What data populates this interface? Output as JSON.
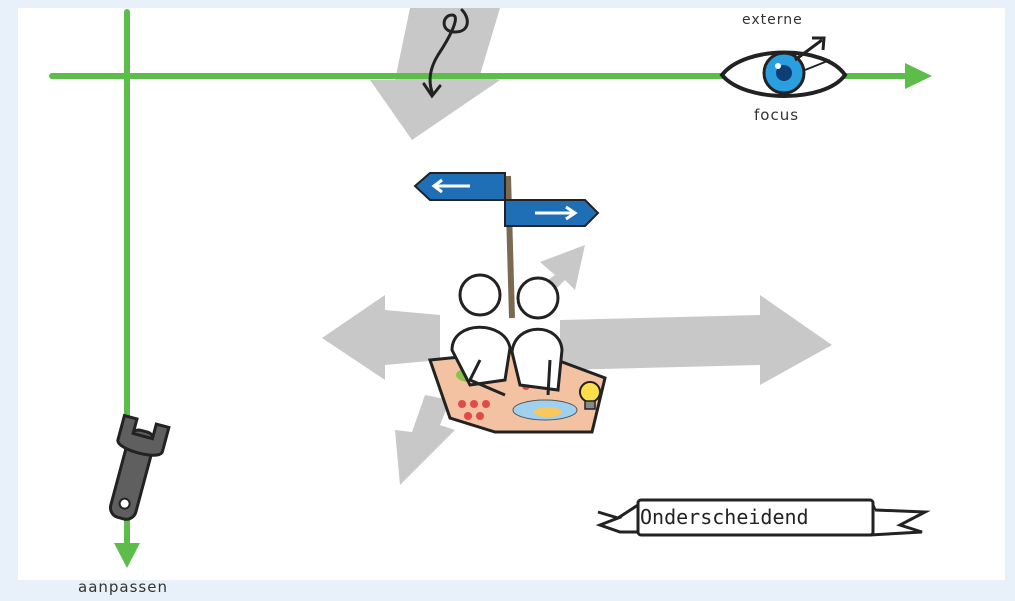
{
  "labels": {
    "externe": "externe",
    "focus": "focus",
    "aanpassen": "aanpassen",
    "onderscheidend": "Onderscheidend"
  },
  "colors": {
    "background": "#e8f1fa",
    "green_axis": "#5cbd4a",
    "gray_arrow": "#c8c8c8",
    "sign_blue": "#1f6fb7",
    "eye_blue": "#2a9fe0",
    "map_peach": "#f3c2a2"
  },
  "icons": [
    "eye-icon",
    "wrench-icon",
    "signpost-icon",
    "people-with-map-icon",
    "lightbulb-icon",
    "loop-arrow-icon"
  ]
}
